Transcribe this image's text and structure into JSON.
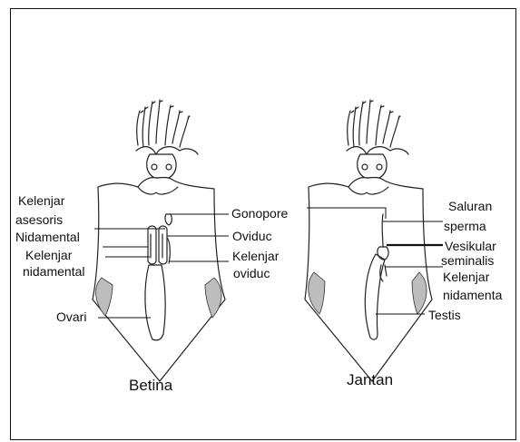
{
  "figure": {
    "female": {
      "caption": "Betina",
      "labels": {
        "kelenjar_asesoris_line1": "Kelenjar",
        "kelenjar_asesoris_line2": "asesoris",
        "nidamental_upper": "Nidamental",
        "kelenjar_nidamental_line1": "Kelenjar",
        "kelenjar_nidamental_line2": "nidamental",
        "ovari": "Ovari",
        "gonopore": "Gonopore",
        "oviduc": "Oviduc",
        "kelenjar_oviduc_line1": "Kelenjar",
        "kelenjar_oviduc_line2": "oviduc"
      }
    },
    "male": {
      "caption": "Jantan",
      "labels": {
        "saluran_sperma_line1": "Saluran",
        "saluran_sperma_line2": "sperma",
        "vesikular_line1": "Vesikular",
        "vesikular_line2": "seminalis",
        "kelenjar_nidamenta_line1": "Kelenjar",
        "kelenjar_nidamenta_line2": "nidamenta",
        "testis": "Testis"
      }
    }
  }
}
